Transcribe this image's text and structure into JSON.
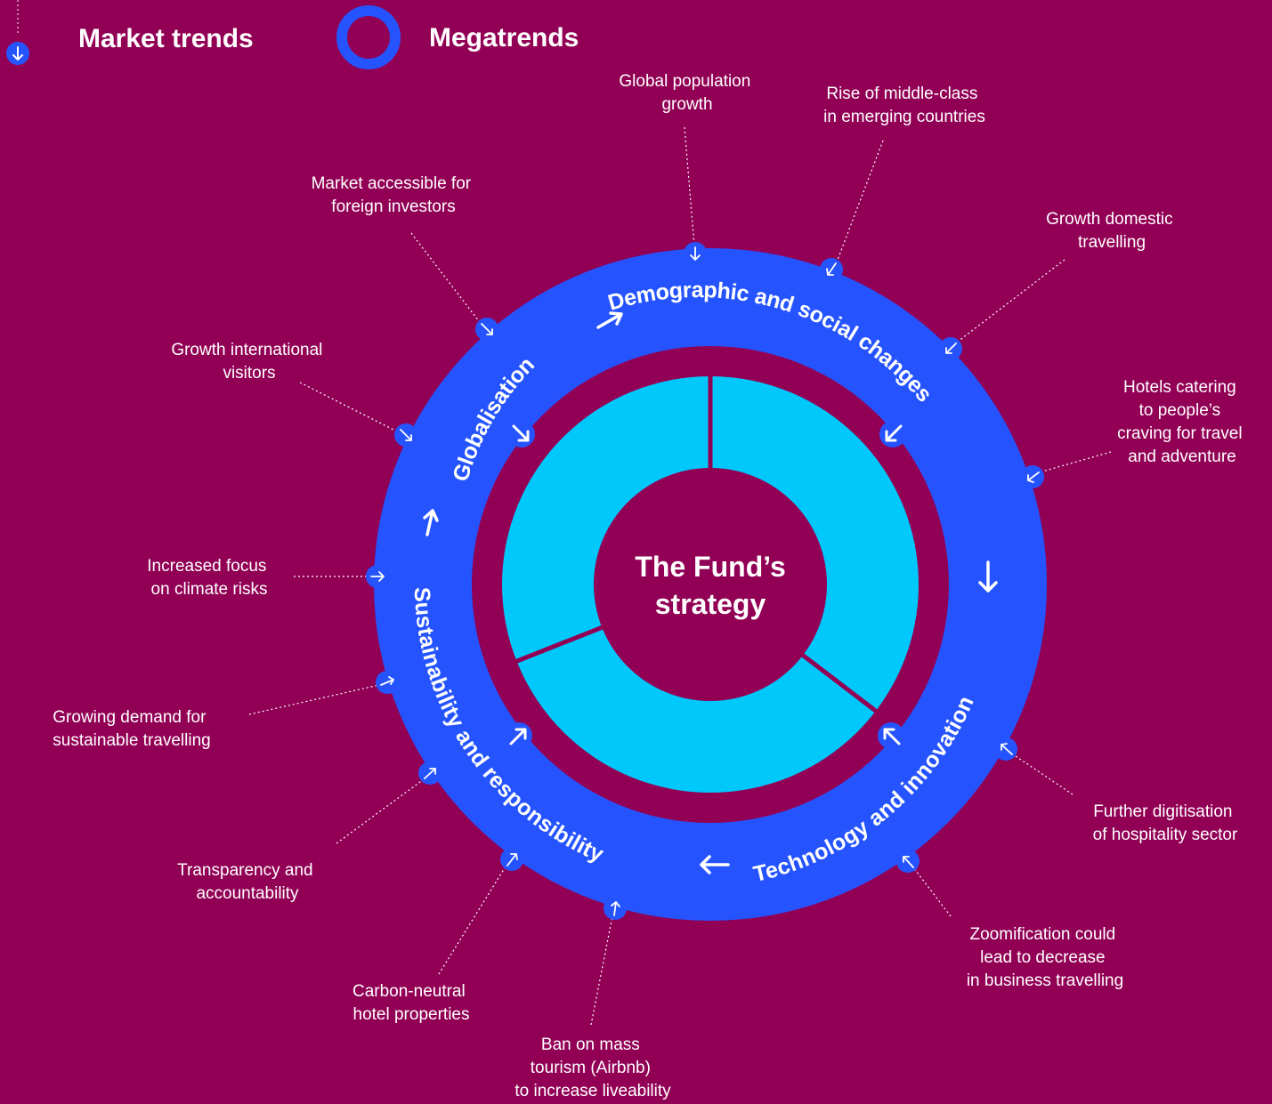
{
  "legend": {
    "market_trends": "Market trends",
    "megatrends": "Megatrends"
  },
  "center": {
    "line1": "The Fund’s",
    "line2": "strategy"
  },
  "megatrends": {
    "demographic": "Demographic and social changes",
    "technology": "Technology and innovation",
    "sustainability": "Sustainability and responsibility",
    "globalisation": "Globalisation"
  },
  "market_trends": {
    "global_population": [
      "Global population",
      "growth"
    ],
    "middle_class": [
      "Rise of middle-class",
      "in emerging countries"
    ],
    "domestic": [
      "Growth domestic",
      "travelling"
    ],
    "hotels_craving": [
      "Hotels catering",
      "to people’s",
      "craving for travel",
      "and adventure"
    ],
    "digitisation": [
      "Further digitisation",
      "of hospitality sector"
    ],
    "zoomification": [
      "Zoomification could",
      "lead to decrease",
      "in business travelling"
    ],
    "mass_tourism": [
      "Ban on mass",
      "tourism (Airbnb)",
      "to increase liveability"
    ],
    "carbon_neutral": [
      "Carbon-neutral",
      "hotel properties"
    ],
    "transparency": [
      "Transparency and",
      "accountability"
    ],
    "sustainable_travel": [
      "Growing demand for",
      "sustainable travelling"
    ],
    "climate_risks": [
      "Increased focus",
      "on climate risks"
    ],
    "international_visitors": [
      "Growth international",
      "visitors"
    ],
    "foreign_investors": [
      "Market accessible for",
      "foreign investors"
    ]
  },
  "colors": {
    "background": "#920055",
    "ring": "#2554ff",
    "segments": "#00c8fa",
    "text": "#ffffff"
  }
}
